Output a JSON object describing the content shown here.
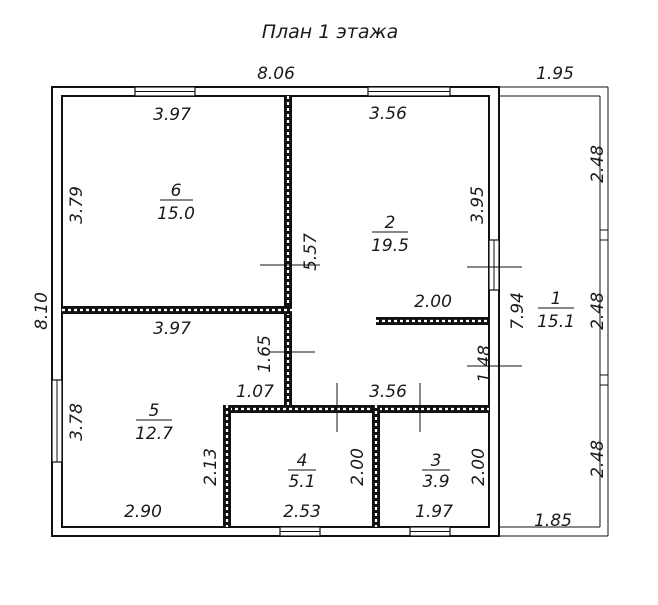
{
  "title": "План 1 этажа",
  "dimensions": {
    "overall_width": "8.06",
    "overall_height": "8.10",
    "terrace_width": "1.95",
    "terrace_height": "7.94",
    "terrace_top": "2.48",
    "terrace_mid": "2.48",
    "terrace_bottom": "2.48",
    "terrace_bottom_width": "1.85",
    "r6_width": "3.97",
    "r6_height": "3.79",
    "r6_bottom_width": "3.97",
    "r2_width": "3.56",
    "r2_height": "3.95",
    "wall_between_6_2": "5.57",
    "partition_2": "2.00",
    "corridor_1": "1.65",
    "corridor_2": "1.48",
    "r5_height": "3.78",
    "r5_bottom": "2.90",
    "r5_notch_width": "1.07",
    "r5_notch_height": "2.13",
    "r4_height": "2.00",
    "r4_width": "2.53",
    "r3_top": "3.56",
    "r3_height": "2.00",
    "r3_width": "1.97"
  },
  "rooms": [
    {
      "number": "6",
      "area": "15.0"
    },
    {
      "number": "2",
      "area": "19.5"
    },
    {
      "number": "1",
      "area": "15.1"
    },
    {
      "number": "5",
      "area": "12.7"
    },
    {
      "number": "4",
      "area": "5.1"
    },
    {
      "number": "3",
      "area": "3.9"
    }
  ]
}
